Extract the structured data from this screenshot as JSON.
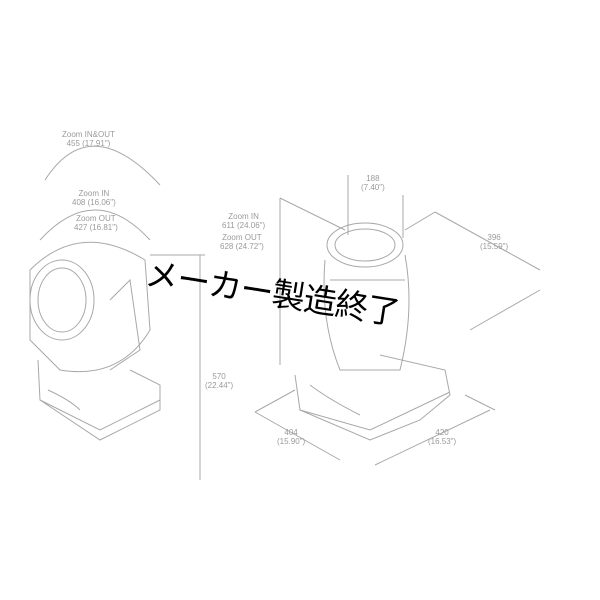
{
  "left_view": {
    "zoom_in_out_label": "Zoom IN&OUT",
    "zoom_in_out_value": "455 (17.91\")",
    "zoom_in_label": "Zoom IN",
    "zoom_in_value": "408 (16.06\")",
    "zoom_out_label": "Zoom OUT",
    "zoom_out_value": "427 (16.81\")",
    "height_mm": "570",
    "height_in": "(22.44\")"
  },
  "right_view": {
    "lens_width_mm": "188",
    "lens_width_in": "(7.40\")",
    "depth_mm": "396",
    "depth_in": "(15.59\")",
    "zoom_in_label": "Zoom IN",
    "zoom_in_value": "611 (24.06\")",
    "zoom_out_label": "Zoom OUT",
    "zoom_out_value": "628 (24.72\")",
    "base_width_mm": "404",
    "base_width_in": "(15.90\")",
    "base_length_mm": "420",
    "base_length_in": "(16.53\")"
  },
  "overlay_text": "メーカー製造終了",
  "colors": {
    "line": "#9a9a9a",
    "overlay": "#000000"
  }
}
